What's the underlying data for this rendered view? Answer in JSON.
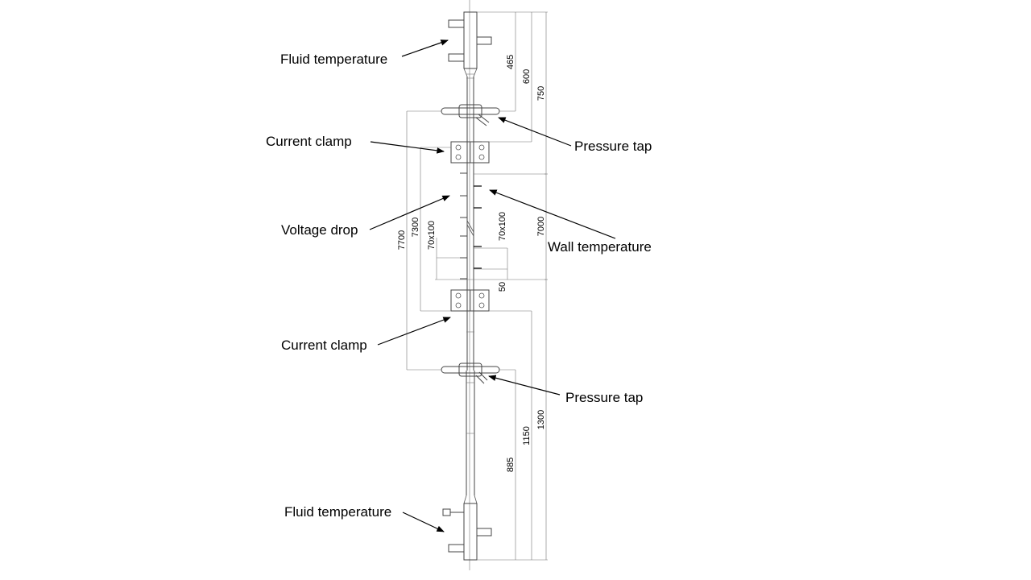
{
  "labels": {
    "fluid_temp_top": "Fluid temperature",
    "current_clamp_top": "Current clamp",
    "voltage_drop": "Voltage drop",
    "current_clamp_bottom": "Current clamp",
    "fluid_temp_bottom": "Fluid temperature",
    "pressure_tap_top": "Pressure tap",
    "wall_temperature": "Wall temperature",
    "pressure_tap_bottom": "Pressure tap"
  },
  "dimensions": {
    "d465": "465",
    "d600": "600",
    "d750": "750",
    "d7000": "7000",
    "d7700": "7700",
    "d7300": "7300",
    "d70x100_left": "70x100",
    "d70x100_right": "70x100",
    "d50": "50",
    "d885": "885",
    "d1150": "1150",
    "d1300": "1300"
  }
}
